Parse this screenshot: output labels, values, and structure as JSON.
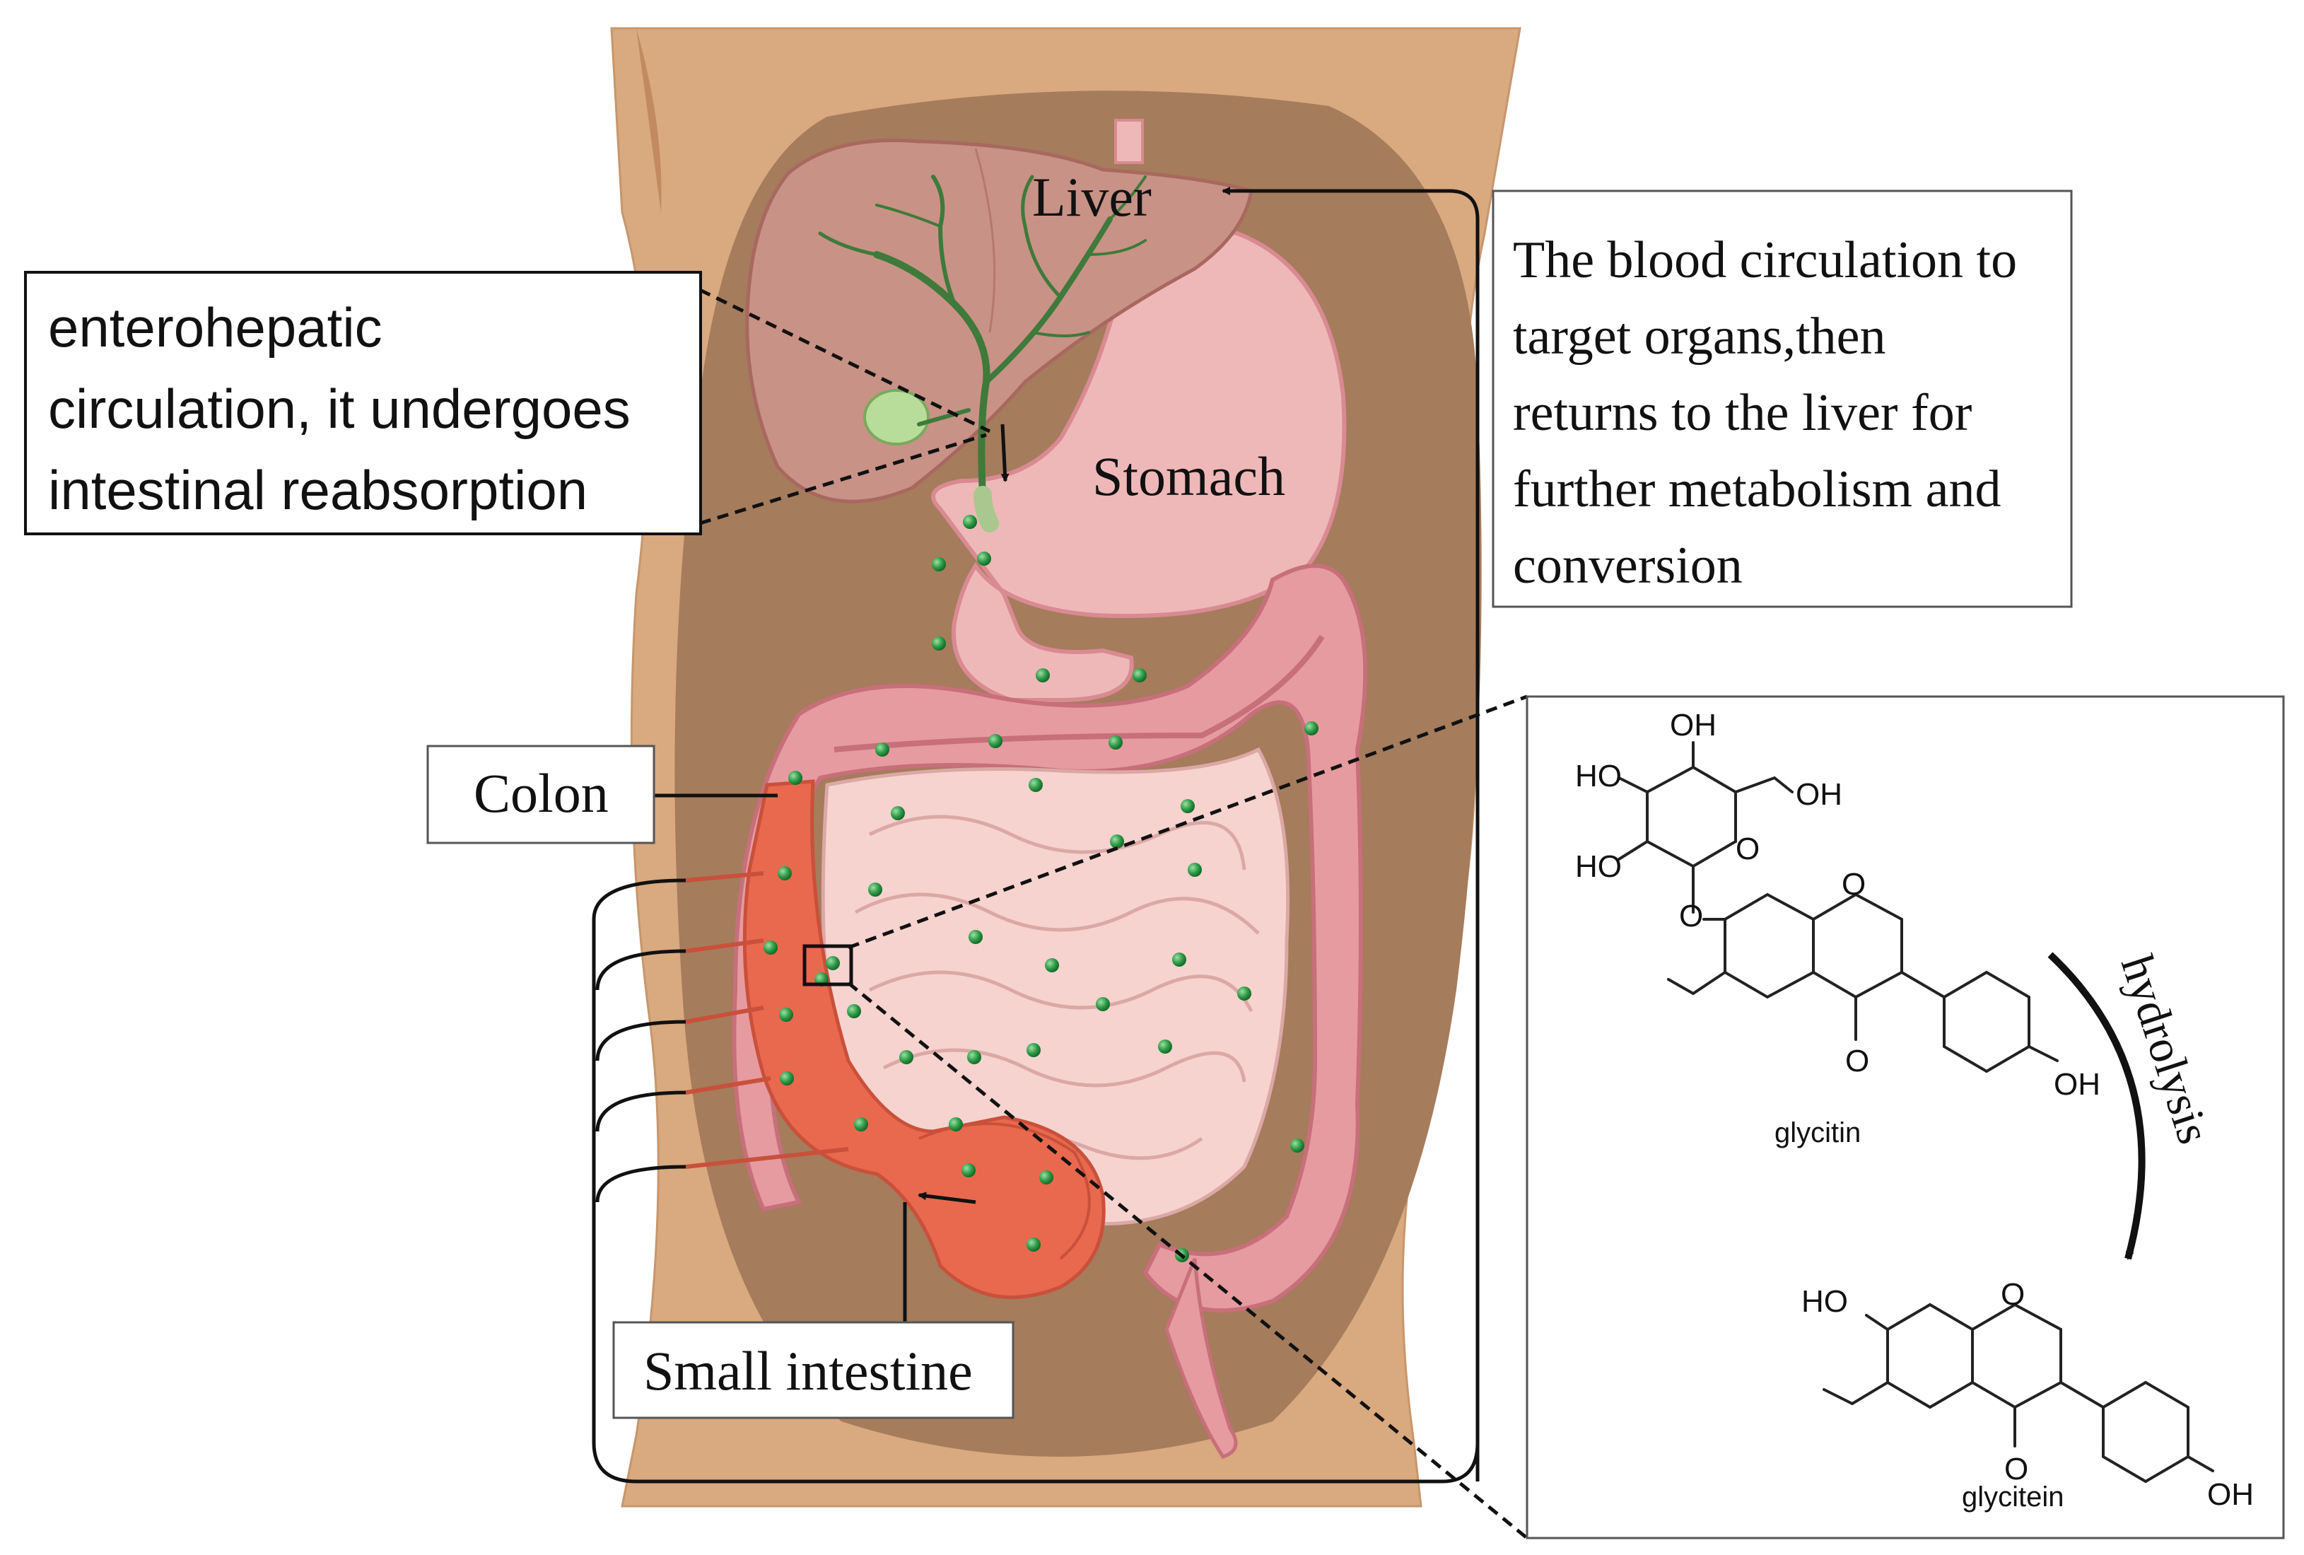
{
  "labels": {
    "liver": "Liver",
    "stomach": "Stomach",
    "colon": "Colon",
    "small_intestine": "Small intestine",
    "hydrolysis": "hydrolysis"
  },
  "callouts": {
    "enterohepatic": [
      "enterohepatic",
      "circulation, it undergoes",
      "intestinal reabsorption"
    ],
    "blood_circulation": [
      "The blood circulation to",
      "target organs,then",
      "returns to the liver for",
      "further metabolism and",
      "conversion"
    ]
  },
  "chemistry": {
    "glycitin": {
      "name": "glycitin",
      "groups": {
        "oh_top": "OH",
        "ho_left_top": "HO",
        "oh_right": "OH",
        "ho_left_bottom": "HO",
        "ring_o": "O",
        "glycosidic_o": "O",
        "chromone_o": "O",
        "ketone_o": "O",
        "phenol_oh": "OH"
      }
    },
    "glycitein": {
      "name": "glycitein",
      "groups": {
        "ho": "HO",
        "chromone_o": "O",
        "ketone_o": "O",
        "phenol_oh": "OH"
      }
    }
  },
  "colors": {
    "skin": "#d9a97f",
    "abdomen": "#a57c5c",
    "liver": "#c89287",
    "stomach": "#efb8b8",
    "colon": "#e59ba0",
    "small_intestine": "#f6d3cf",
    "absorption_zone": "#e8694e",
    "bile_duct": "#3f7a3a",
    "particle": "#2e9c47"
  }
}
